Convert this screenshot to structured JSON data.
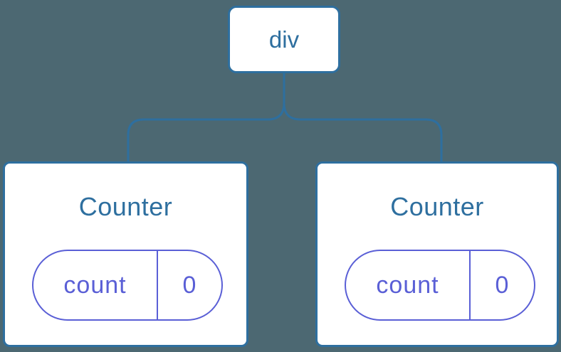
{
  "colors": {
    "background": "#4c6872",
    "node-line": "#2e6f9f",
    "node-fill": "#ffffff",
    "state-line": "#5a5fd6"
  },
  "tree": {
    "root": {
      "label": "div"
    },
    "children": [
      {
        "title": "Counter",
        "state": {
          "key": "count",
          "value": "0"
        }
      },
      {
        "title": "Counter",
        "state": {
          "key": "count",
          "value": "0"
        }
      }
    ]
  }
}
